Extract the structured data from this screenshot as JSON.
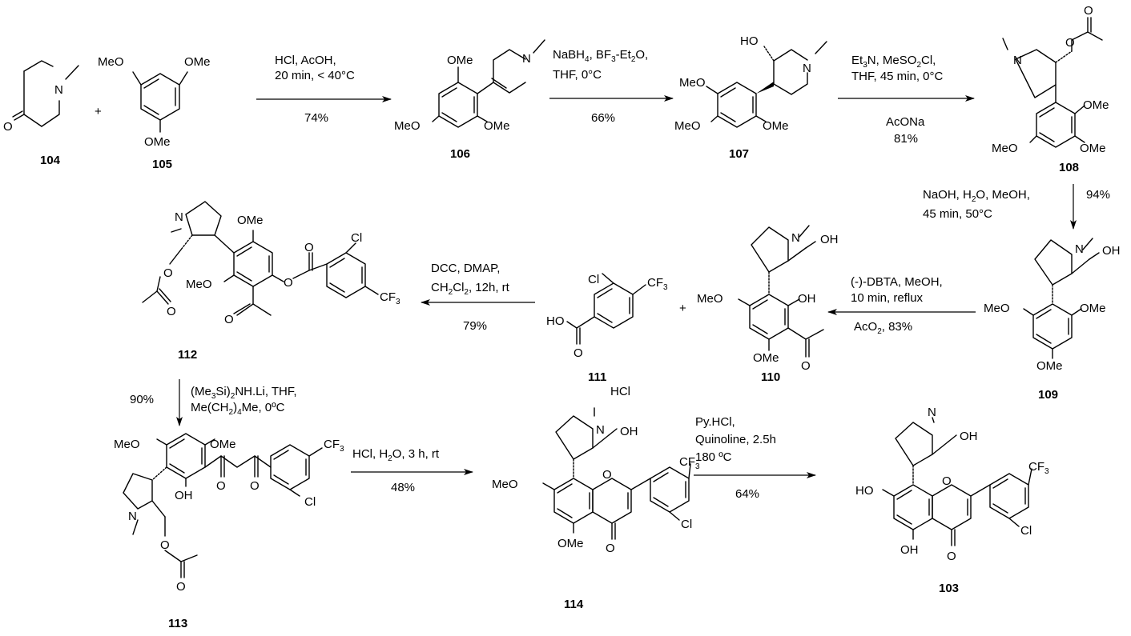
{
  "atoms": {
    "N": "N",
    "O": "O",
    "OMe": "OMe",
    "MeO": "MeO",
    "HO": "HO",
    "OH": "OH",
    "Cl": "Cl",
    "CF": "CF",
    "sub3": "3",
    "HCl": "HCl"
  },
  "symbols": {
    "plus": "+"
  },
  "compounds": {
    "c103": "103",
    "c104": "104",
    "c105": "105",
    "c106": "106",
    "c107": "107",
    "c108": "108",
    "c109": "109",
    "c110": "110",
    "c111": "111",
    "c112": "112",
    "c113": "113",
    "c114": "114"
  },
  "steps": {
    "s1": {
      "line1": "HCl, AcOH,",
      "line2": "20 min, < 40°C",
      "yield": "74%"
    },
    "s2": {
      "line1_a": "NaBH",
      "line1_sub1": "4",
      "line1_b": ", BF",
      "line1_sub2": "3",
      "line1_c": "-Et",
      "line1_sub3": "2",
      "line1_d": "O,",
      "line2": "THF, 0°C",
      "yield": "66%"
    },
    "s3": {
      "line1_a": "Et",
      "line1_sub1": "3",
      "line1_b": "N, MeSO",
      "line1_sub2": "2",
      "line1_c": "Cl,",
      "line2": "THF, 45 min, 0°C",
      "line3": "AcONa",
      "yield": "81%"
    },
    "s4": {
      "line1": "NaOH, H",
      "line1_sub": "2",
      "line1_b": "O, MeOH,",
      "line2": "45 min, 50°C",
      "yield": "94%"
    },
    "s5": {
      "line1": "(-)-DBTA, MeOH,",
      "line2": "10 min, reflux",
      "line3_a": "AcO",
      "line3_sub": "2",
      "line3_b": ", 83%"
    },
    "s6": {
      "line1": "DCC, DMAP,",
      "line2_a": "CH",
      "line2_sub1": "2",
      "line2_b": "Cl",
      "line2_sub2": "2",
      "line2_c": ", 12h, rt",
      "yield": "79%"
    },
    "s7": {
      "yield": "90%",
      "line1_a": "(Me",
      "line1_sub1": "3",
      "line1_b": "Si)",
      "line1_sub2": "2",
      "line1_c": "NH.Li, THF,",
      "line2_a": "Me(CH",
      "line2_sub": "2",
      "line2_b": ")",
      "line2_sub2": "4",
      "line2_c": "Me, 0ºC"
    },
    "s8": {
      "line1": "HCl, H",
      "line1_sub": "2",
      "line1_b": "O, 3 h, rt",
      "yield": "48%"
    },
    "s9": {
      "line1": "Py.HCl,",
      "line2": "Quinoline, 2.5h",
      "line3": "180 ºC",
      "yield": "64%"
    }
  }
}
